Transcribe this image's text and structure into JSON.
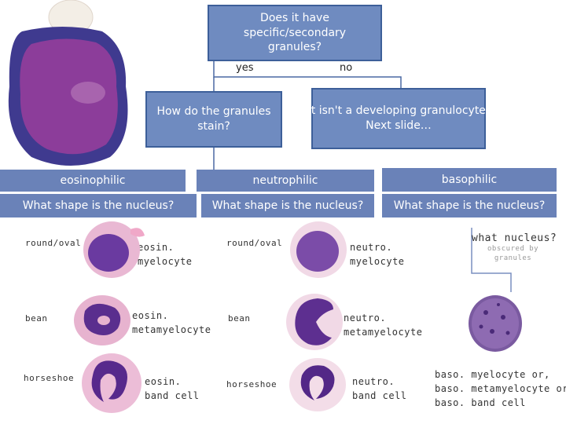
{
  "question_top": "Does it have specific/secondary granules?",
  "branch_yes": "yes",
  "branch_no": "no",
  "question_stain": "How do the granules stain?",
  "answer_no": "It isn't a developing granulocyte.\nNext slide…",
  "stain_types": [
    "eosinophilic",
    "neutrophilic",
    "basophilic"
  ],
  "nucleus_question": "What shape is the nucleus?",
  "eosinophil_column": {
    "rows": [
      {
        "shape": "round/oval",
        "name": "eosin.\nmyelocyte"
      },
      {
        "shape": "bean",
        "name": "eosin.\nmetamyelocyte"
      },
      {
        "shape": "horseshoe",
        "name": "eosin.\nband cell"
      }
    ]
  },
  "neutrophil_column": {
    "rows": [
      {
        "shape": "round/oval",
        "name": "neutro.\nmyelocyte"
      },
      {
        "shape": "bean",
        "name": "neutro.\nmetamyelocyte"
      },
      {
        "shape": "horseshoe",
        "name": "neutro.\nband cell"
      }
    ]
  },
  "basophil_column": {
    "question": "what nucleus?",
    "note": "obscured by\ngranules",
    "answer": "baso. myelocyte or,\nbaso. metamyelocyte or,\nbaso. band cell"
  },
  "colors": {
    "box_fill": "#6f8bc0",
    "box_border": "#3d5f99",
    "band_fill": "#6a82b8",
    "connector": "#4a68a3",
    "cell_cytoplasm": "#e8b8d4",
    "cell_nucleus": "#5b2f8f"
  }
}
